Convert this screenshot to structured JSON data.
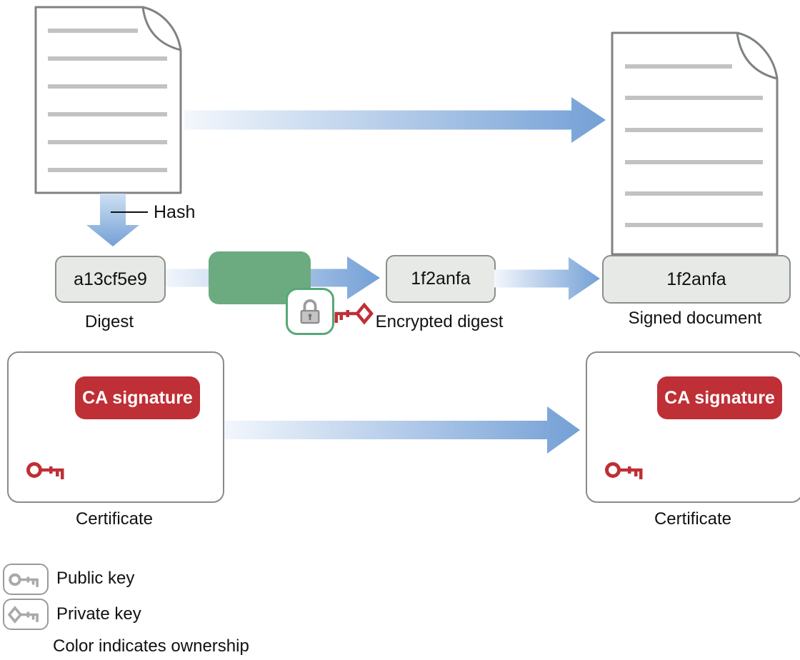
{
  "colors": {
    "arrow_blue": "#74a0d6",
    "arrow_light": "#f3f7fc",
    "arrow_down_light": "#cde0f3",
    "green_box": "#6cab80",
    "lock_border_green": "#56a878",
    "red": "#bf2f36",
    "chip_fill": "#e7e9e7",
    "chip_border": "#8a8f8a",
    "doc_outline": "#7f8284",
    "doc_line": "#c2c2c2",
    "key_gray": "#a9a9a9",
    "text": "#111111"
  },
  "flow": {
    "hash_label": "Hash",
    "digest": {
      "value": "a13cf5e9",
      "label": "Digest"
    },
    "encrypted": {
      "value": "1f2anfa",
      "label": "Encrypted digest"
    },
    "signed": {
      "value": "1f2anfa",
      "label": "Signed document"
    }
  },
  "certificates": {
    "left": {
      "badge_label": "CA signature",
      "label": "Certificate"
    },
    "right": {
      "badge_label": "CA signature",
      "label": "Certificate"
    }
  },
  "legend": {
    "public_key_label": "Public key",
    "private_key_label": "Private key",
    "note": "Color indicates ownership"
  },
  "icons": {
    "document-icon": "page with folded corner and text lines",
    "arrow-right-icon": "blue gradient right arrow",
    "arrow-down-icon": "blue gradient down arrow",
    "lock-icon": "gray padlock in green-bordered badge",
    "public-key-icon": "key with round bow",
    "private-key-icon": "key with diamond bow"
  }
}
